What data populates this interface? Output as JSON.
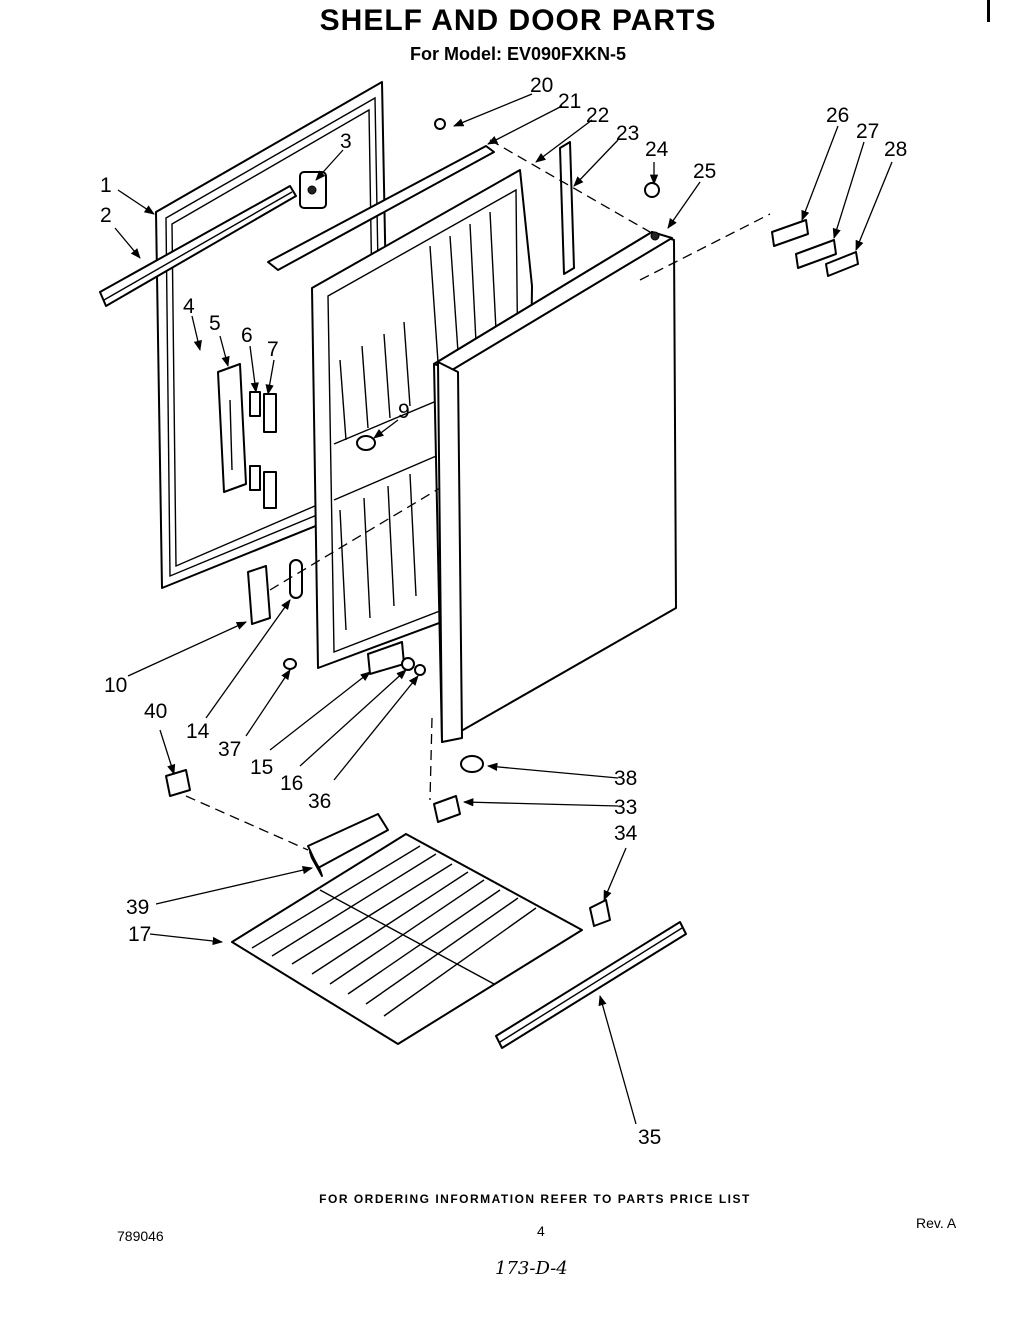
{
  "header": {
    "title": "SHELF AND DOOR PARTS",
    "subtitle": "For Model: EV090FXKN-5"
  },
  "callouts": [
    "1",
    "2",
    "3",
    "4",
    "5",
    "6",
    "7",
    "9",
    "10",
    "14",
    "15",
    "16",
    "17",
    "20",
    "21",
    "22",
    "23",
    "24",
    "25",
    "26",
    "27",
    "28",
    "33",
    "34",
    "35",
    "36",
    "37",
    "38",
    "39",
    "40"
  ],
  "footer": {
    "note": "FOR ORDERING INFORMATION REFER TO PARTS PRICE LIST",
    "doc_number": "789046",
    "page_number": "4",
    "revision": "Rev. A",
    "handwritten_code": "173-D-4"
  }
}
